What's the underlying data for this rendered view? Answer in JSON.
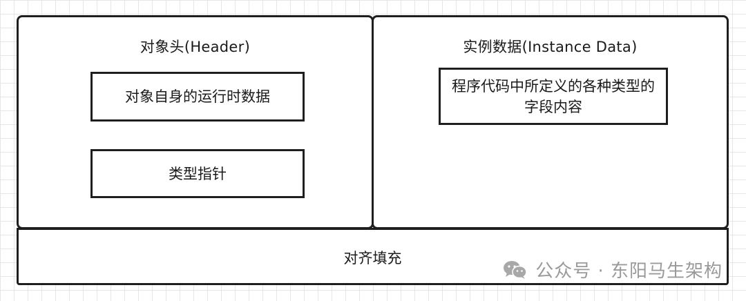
{
  "header": {
    "title": "对象头(Header)",
    "runtime_data": "对象自身的运行时数据",
    "type_pointer": "类型指针"
  },
  "instance": {
    "title": "实例数据(Instance Data)",
    "fields": "程序代码中所定义的各种类型的字段内容"
  },
  "padding": {
    "label": "对齐填充"
  },
  "watermark": {
    "icon": "wechat-icon",
    "text": "公众号 · 东阳马生架构"
  },
  "colors": {
    "border": "#1e1e1e",
    "grid": "#e6e6e6",
    "watermark": "#9a9a9a"
  }
}
